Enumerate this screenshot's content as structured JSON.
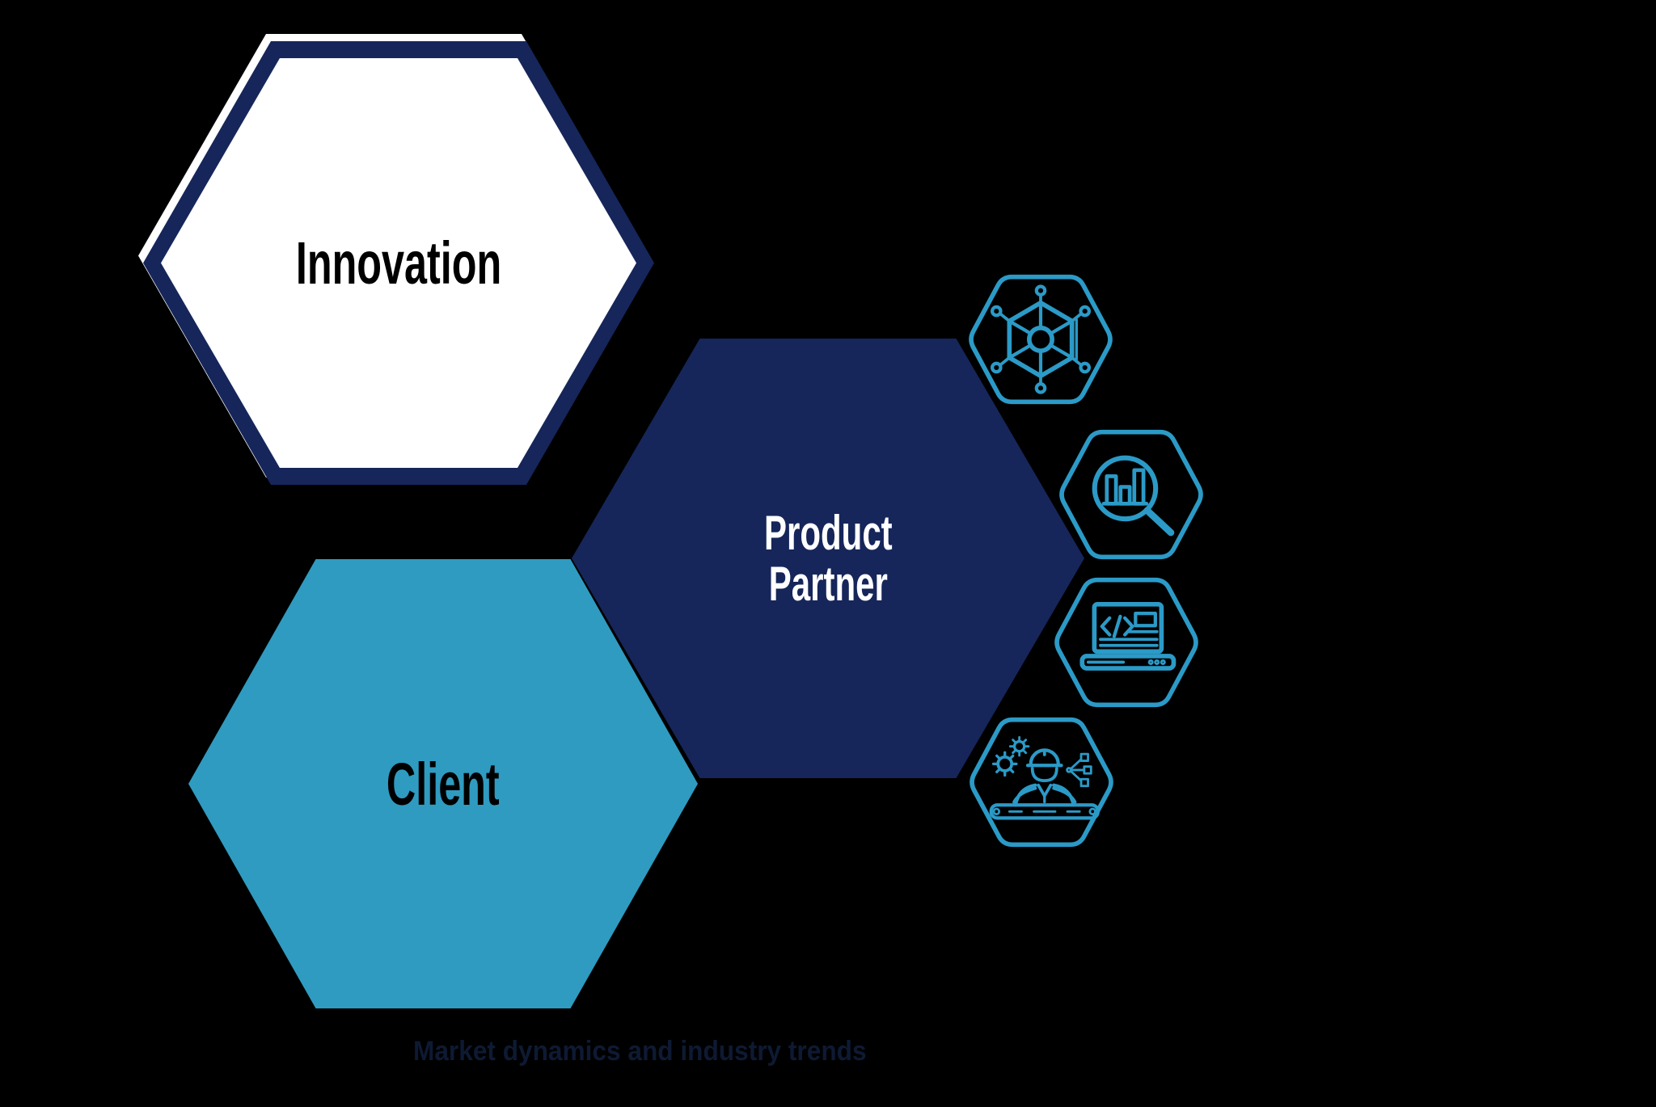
{
  "colors": {
    "background": "#000000",
    "navy": "#16265A",
    "teal": "#2F9BC0",
    "icon_stroke": "#2B9AC7",
    "caption_color": "#0E1A33",
    "label_black": "#000000",
    "white": "#FFFFFF"
  },
  "hexagons": {
    "innovation": {
      "label": "Innovation"
    },
    "product_partner": {
      "line1": "Product",
      "line2": "Partner"
    },
    "client": {
      "label": "Client"
    }
  },
  "icons": [
    {
      "name": "network-nodes-hexagon-icon"
    },
    {
      "name": "bar-chart-magnifier-icon"
    },
    {
      "name": "laptop-code-icon"
    },
    {
      "name": "engineer-workflow-icon"
    }
  ],
  "caption": {
    "text": "Market dynamics and industry trends"
  }
}
